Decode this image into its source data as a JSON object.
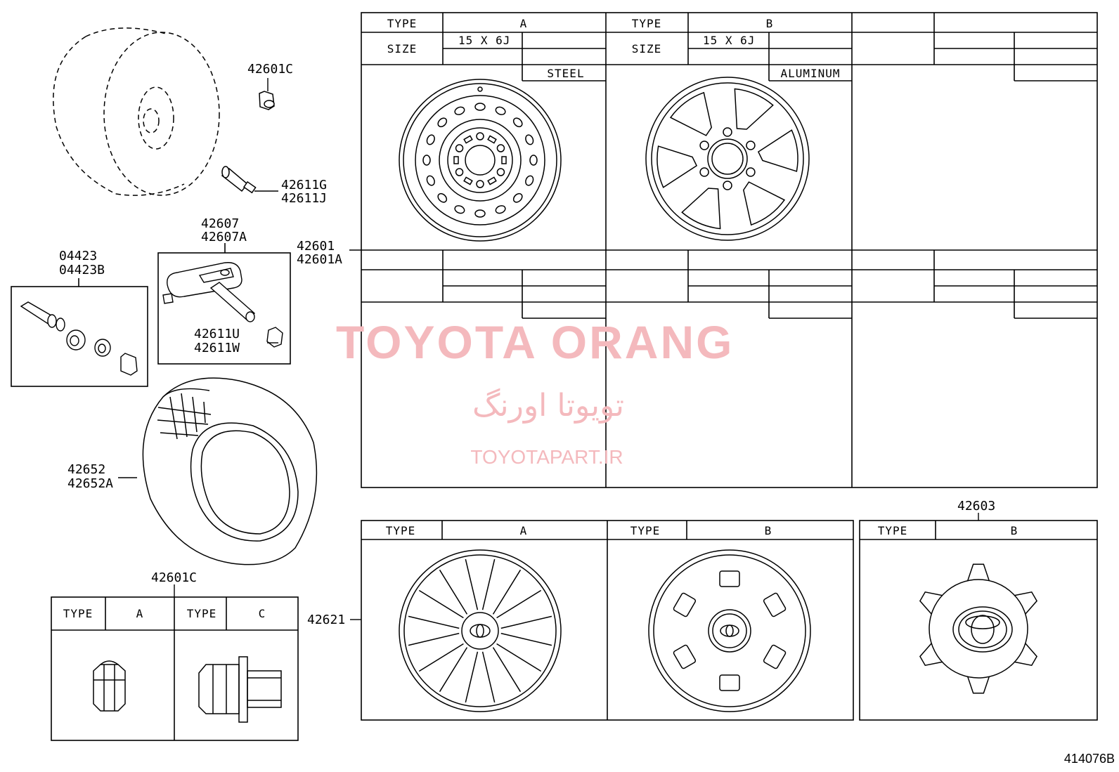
{
  "callouts": {
    "p42601C_top": "42601C",
    "p42611G": "42611G",
    "p42611J": "42611J",
    "p42607": "42607",
    "p42607A": "42607A",
    "p04423": "04423",
    "p04423B": "04423B",
    "p42611U": "42611U",
    "p42611W": "42611W",
    "p42601": "42601",
    "p42601A": "42601A",
    "p42652": "42652",
    "p42652A": "42652A",
    "p42601C_bottom": "42601C",
    "p42621": "42621",
    "p42603": "42603"
  },
  "wheel_table": {
    "type_label": "TYPE",
    "size_label": "SIZE",
    "col_a": {
      "type": "A",
      "size": "15 X 6J",
      "material": "STEEL"
    },
    "col_b": {
      "type": "B",
      "size": "15 X 6J",
      "material": "ALUMINUM"
    }
  },
  "cap_table": {
    "type_label": "TYPE",
    "col_a": "A",
    "col_b": "B",
    "col_c": "B"
  },
  "nut_table": {
    "type_label": "TYPE",
    "col_a": "A",
    "col_c": "C"
  },
  "watermark": {
    "title": "TOYOTA ORANG",
    "persian": "تویوتا اورنگ",
    "site": "TOYOTAPART.IR"
  },
  "figure_number": "414076B"
}
